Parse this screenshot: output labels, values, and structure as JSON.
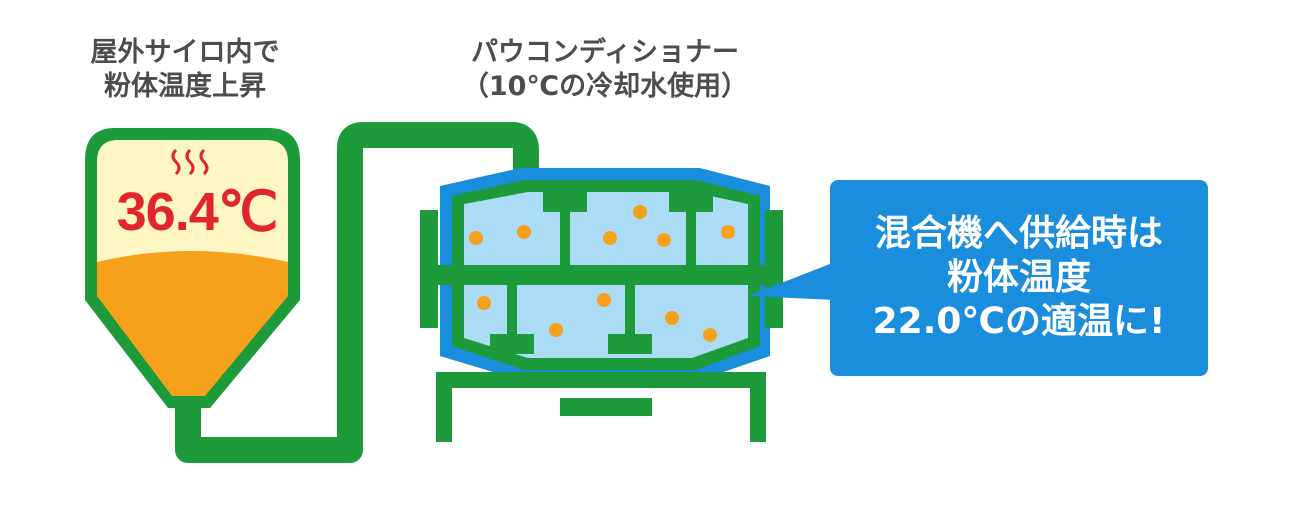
{
  "silo": {
    "label_line1": "屋外サイロ内で",
    "label_line2": "粉体温度上昇",
    "temperature": "36.4℃",
    "heat_icon": "heat-waves-icon"
  },
  "conditioner": {
    "label_line1": "パウコンディショナー",
    "label_line2": "（10℃の冷却水使用）"
  },
  "result": {
    "line1": "混合機へ供給時は",
    "line2": "粉体温度",
    "line3": "22.0℃の適温に!"
  },
  "colors": {
    "green": "#1d9a3a",
    "orange": "#f5a11c",
    "cream": "#fef7c4",
    "light_blue": "#aadcf6",
    "blue": "#1a8ddc",
    "red": "#e0262b"
  }
}
